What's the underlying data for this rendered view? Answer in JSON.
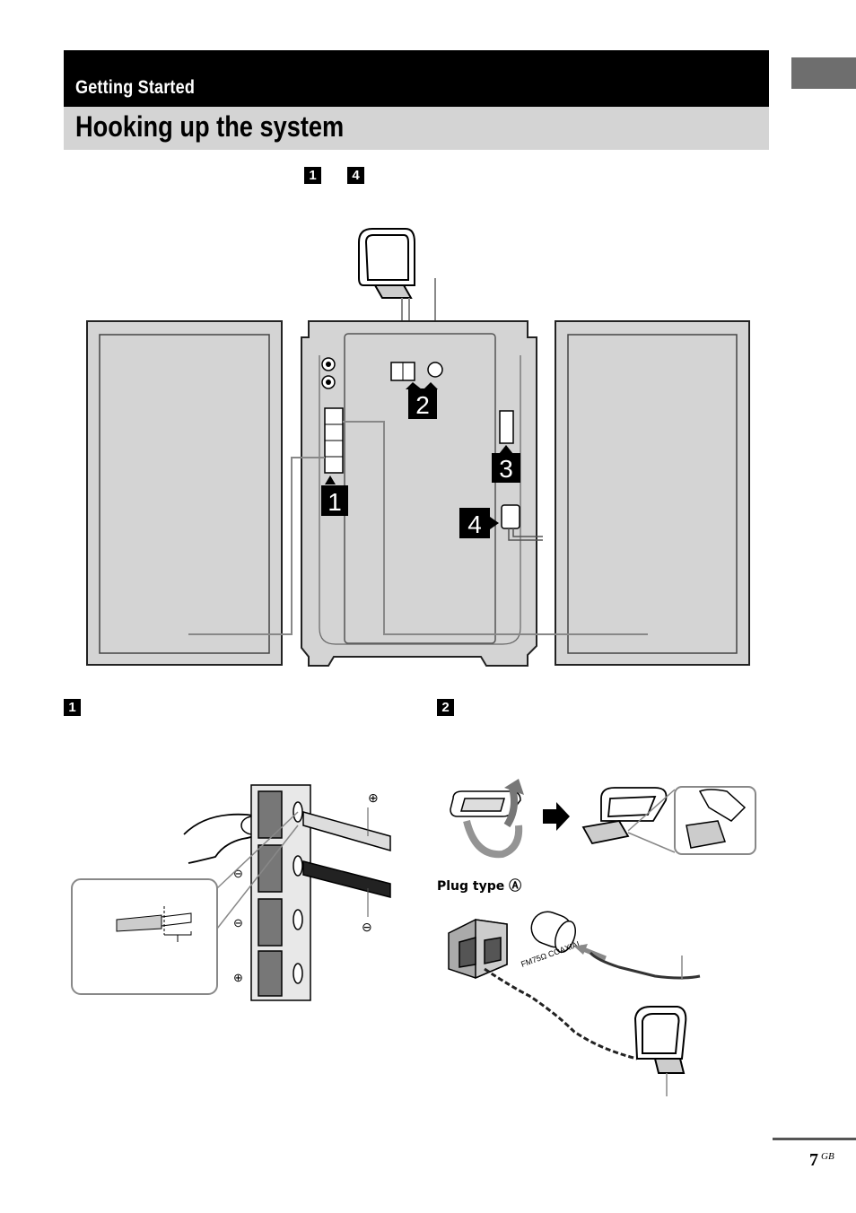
{
  "header": {
    "section": "Getting Started",
    "title": "Hooking up the system"
  },
  "intro": {
    "step_first": "1",
    "step_last": "4"
  },
  "diagram": {
    "step_labels": [
      "1",
      "2",
      "3",
      "4"
    ]
  },
  "speaker_detail": {
    "step": "1",
    "polarity_plus": "⊕",
    "polarity_minus": "⊖"
  },
  "antenna_detail": {
    "step": "2",
    "plug_label": "Plug type Ⓐ",
    "jack_text": "FM75Ω COAXIAL"
  },
  "footer": {
    "page_number": "7",
    "page_suffix": "GB"
  }
}
